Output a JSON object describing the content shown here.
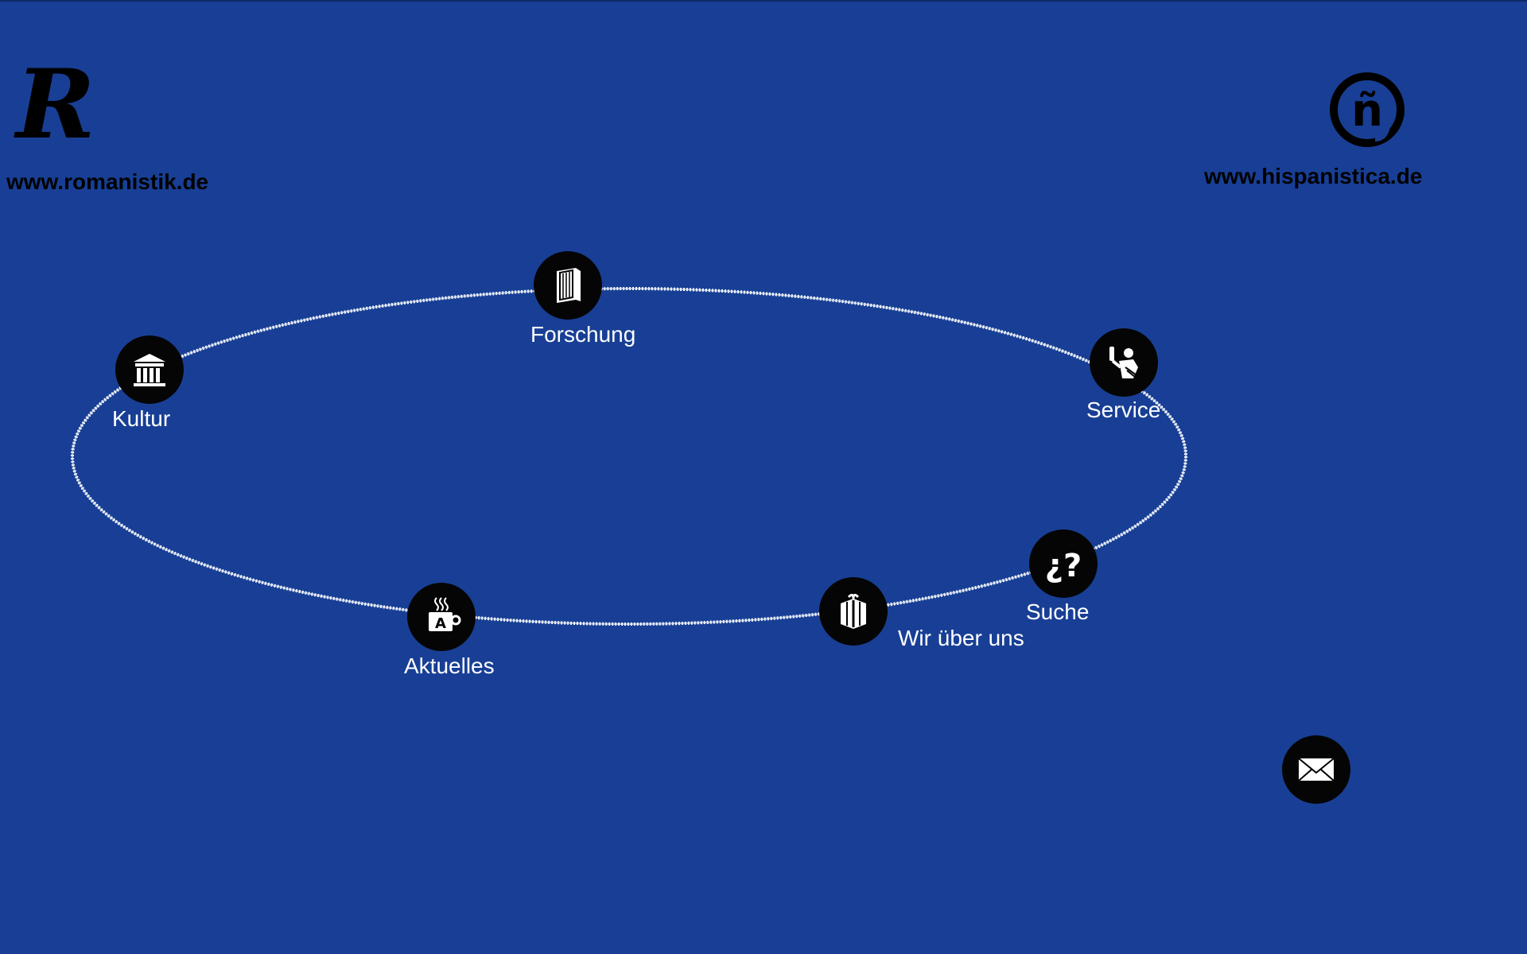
{
  "header": {
    "left_link": "www.romanistik.de",
    "right_link": "www.hispanistica.de",
    "left_logo_letter": "R",
    "right_logo_letter": "ñ"
  },
  "nav": {
    "forschung": {
      "label": "Forschung",
      "icon": "book-icon"
    },
    "kultur": {
      "label": "Kultur",
      "icon": "museum-icon"
    },
    "service": {
      "label": "Service",
      "icon": "service-person-icon"
    },
    "suche": {
      "label": "Suche",
      "icon": "question-icon"
    },
    "wir": {
      "label": "Wir über uns",
      "icon": "gift-icon"
    },
    "aktuelles": {
      "label": "Aktuelles",
      "icon": "coffee-cup-icon"
    }
  },
  "footer": {
    "mail_icon": "envelope-icon"
  },
  "colors": {
    "background": "#183f95",
    "icon_bg": "#050505",
    "label": "#ffffff",
    "link": "#000000",
    "ring": "#ffffff"
  }
}
